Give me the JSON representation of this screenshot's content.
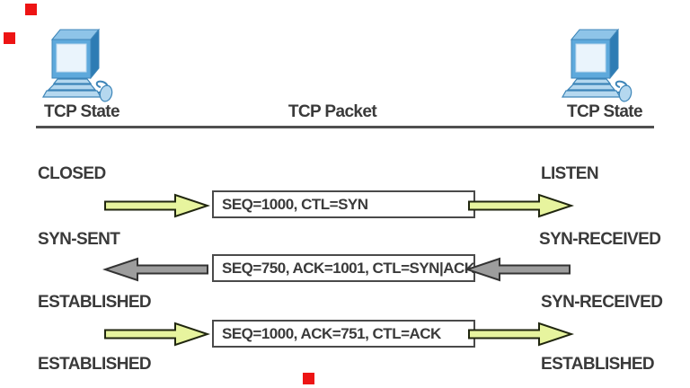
{
  "header": {
    "left_label": "TCP State",
    "center_label": "TCP Packet",
    "right_label": "TCP State"
  },
  "rows": [
    {
      "left_state": "CLOSED",
      "right_state": "LISTEN",
      "packet": "SEQ=1000, CTL=SYN",
      "direction": "right"
    },
    {
      "left_state": "SYN-SENT",
      "right_state": "SYN-RECEIVED",
      "packet": "SEQ=750, ACK=1001, CTL=SYN|ACK",
      "direction": "left"
    },
    {
      "left_state": "ESTABLISHED",
      "right_state": "SYN-RECEIVED",
      "packet": "SEQ=1000, ACK=751, CTL=ACK",
      "direction": "right"
    },
    {
      "left_state": "ESTABLISHED",
      "right_state": "ESTABLISHED"
    }
  ],
  "icons": {
    "left_host": "pc-icon",
    "right_host": "pc-icon"
  },
  "colors": {
    "text": "#3a3a3a",
    "divider": "#4f4f4f",
    "box_border": "#4a4a4a",
    "arrow_fwd_fill": "#e7f49e",
    "arrow_fwd_stroke": "#20260f",
    "arrow_rev_fill": "#9d9d9d",
    "arrow_rev_stroke": "#333333",
    "marker_red": "#ed1414",
    "pc_frame": "#5ea9dc",
    "pc_side": "#2e7cb4",
    "pc_top": "#8ec4e8",
    "pc_screen": "#eaf4fc",
    "pc_slab": "#b5d8ef",
    "pc_edge": "#3d85b8"
  }
}
